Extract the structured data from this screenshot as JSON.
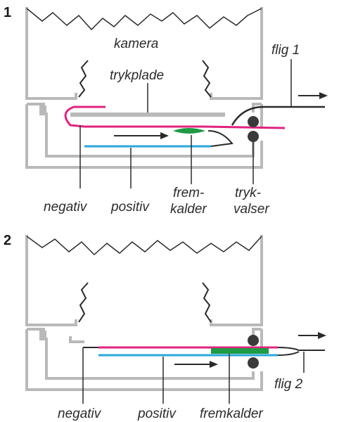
{
  "colors": {
    "frame": "#b9b9b9",
    "line": "#2a2a2a",
    "negative": "#e0237f",
    "positive": "#2aa7dc",
    "developer": "#1f9a45",
    "roller": "#3a3a3a",
    "background": "#ffffff"
  },
  "figure1": {
    "number": "1",
    "labels": {
      "camera": "kamera",
      "pressure_plate": "trykplade",
      "fig": "flig 1",
      "negative": "negativ",
      "positive": "positiv",
      "developer_line1": "frem-",
      "developer_line2": "kalder",
      "rollers_line1": "tryk-",
      "rollers_line2": "valser"
    }
  },
  "figure2": {
    "number": "2",
    "labels": {
      "fig": "flig 2",
      "negative": "negativ",
      "positive": "positiv",
      "developer": "fremkalder"
    }
  }
}
